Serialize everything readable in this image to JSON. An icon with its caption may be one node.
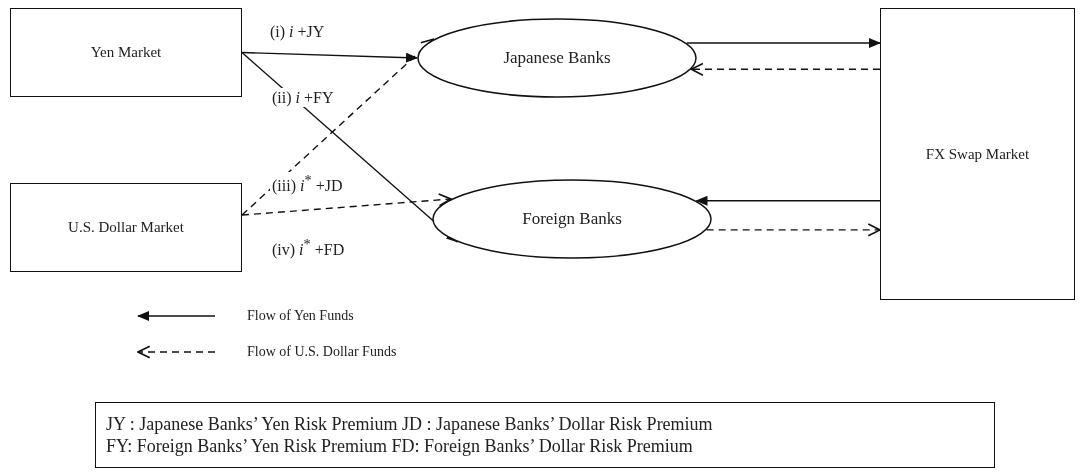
{
  "diagram": {
    "nodes": [
      {
        "text": [
          "Yen Market"
        ]
      },
      {
        "text": [
          "Japanese Banks"
        ]
      },
      {
        "text": [
          "U.S. Dollar Market"
        ]
      },
      {
        "text": [
          "Foreign Banks"
        ]
      },
      {
        "text": [
          "FX Swap Market"
        ]
      },
      {
        "text": [
          "JY : Japanese Banks’ Yen Risk Premium JD : Japanese Banks’ Dollar Risk Premium",
          "FY: Foreign Banks’ Yen Risk Premium FD: Foreign Banks’ Dollar Risk Premium"
        ]
      }
    ],
    "edges": [
      {
        "from": 0,
        "to": 1,
        "arrow": "to",
        "label": "(i) *i* +JY"
      },
      {
        "from": 0,
        "to": 3,
        "arrow": "to",
        "label": "(ii) *i* +FY"
      },
      {
        "from": 2,
        "to": 1,
        "arrow": "to",
        "style": "dashed",
        "label": "(iii) *i*$^{*}$ +JD"
      },
      {
        "from": 2,
        "to": 3,
        "arrow": "to",
        "style": "dashed",
        "label": "(iv) *i*$^{*}$ +FD"
      },
      {
        "from": 1,
        "to": 4,
        "arrow": "to"
      },
      {
        "from": 4,
        "to": 1,
        "arrow": "to",
        "style": "dashed"
      },
      {
        "from": 4,
        "to": 3,
        "arrow": "to"
      },
      {
        "from": 3,
        "to": 4,
        "arrow": "to",
        "style": "dashed"
      }
    ],
    "legend": [
      {
        "text": "Flow of Yen Funds"
      },
      {
        "text": "Flow of U.S. Dollar Funds"
      }
    ]
  }
}
